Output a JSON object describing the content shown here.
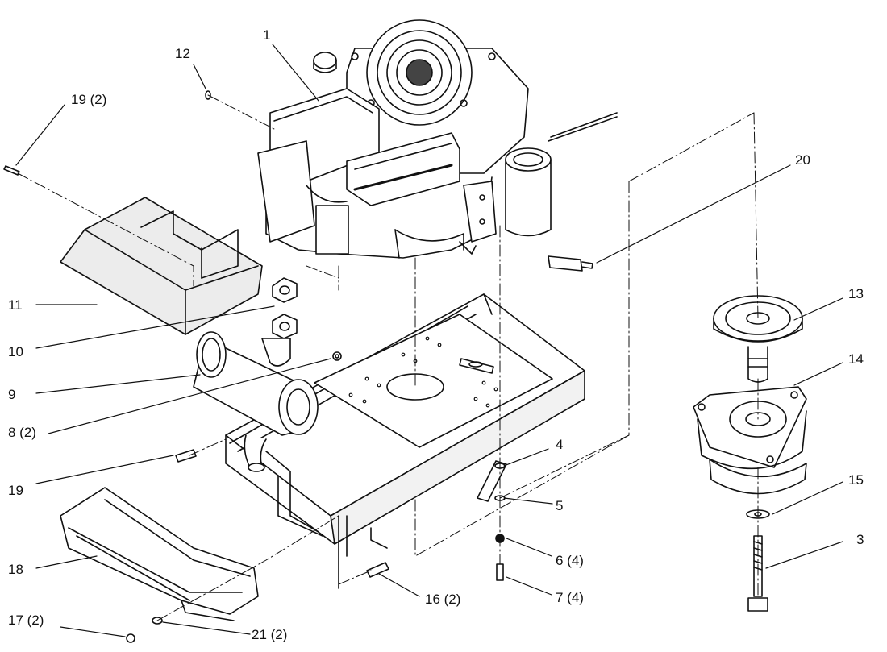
{
  "callouts": {
    "c1": "1",
    "c12": "12",
    "c19_2": "19 (2)",
    "c20": "20",
    "c11": "11",
    "c10": "10",
    "c9": "9",
    "c8_2": "8 (2)",
    "c19": "19",
    "c18": "18",
    "c17_2": "17 (2)",
    "c21_2": "21 (2)",
    "c16_2": "16 (2)",
    "c4": "4",
    "c5": "5",
    "c6_4": "6 (4)",
    "c7_4": "7 (4)",
    "c13": "13",
    "c14": "14",
    "c15": "15",
    "c3": "3"
  }
}
